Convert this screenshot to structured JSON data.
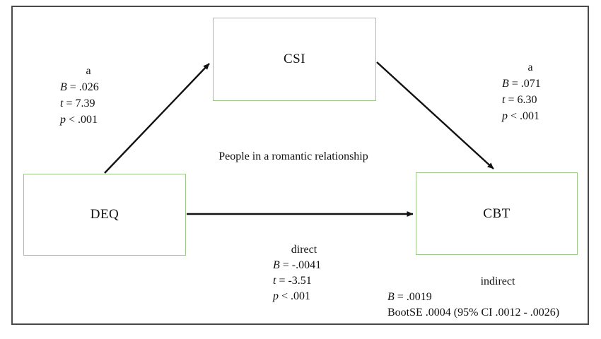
{
  "colors": {
    "node_border": "#9cc98a",
    "frame_border": "#4a4a4a",
    "arrow": "#111111",
    "text": "#111111"
  },
  "nodes": {
    "mediator": "CSI",
    "predictor": "DEQ",
    "outcome": "CBT"
  },
  "caption": "People in a romantic relationship",
  "paths": {
    "a_left": {
      "label": "a",
      "stats": [
        {
          "v": "B",
          "r": " = .026"
        },
        {
          "v": "t",
          "r": " = 7.39"
        },
        {
          "v": "p",
          "r": " < .001"
        }
      ]
    },
    "a_right": {
      "label": "a",
      "stats": [
        {
          "v": "B",
          "r": " = .071"
        },
        {
          "v": "t",
          "r": " = 6.30"
        },
        {
          "v": "p",
          "r": " < .001"
        }
      ]
    },
    "direct": {
      "label": "direct",
      "stats": [
        {
          "v": "B",
          "r": " = -.0041"
        },
        {
          "v": "t",
          "r": " = -3.51"
        },
        {
          "v": "p",
          "r": " < .001"
        }
      ]
    },
    "indirect": {
      "label": "indirect",
      "stats": [
        {
          "v": "B",
          "r": " = .0019"
        },
        {
          "v": "",
          "r": "BootSE .0004 (95% CI .0012 - .0026)"
        }
      ]
    }
  }
}
